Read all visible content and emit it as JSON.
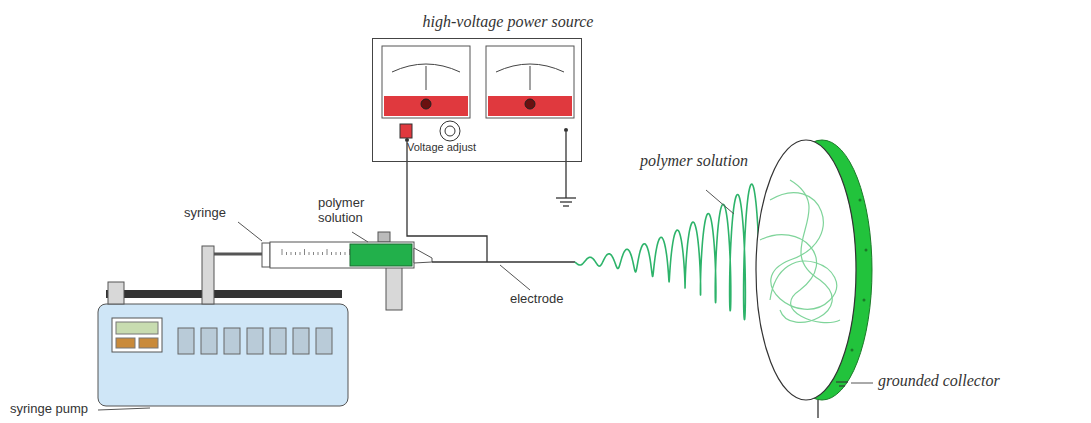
{
  "diagram": {
    "nodes": [
      {
        "text": [
          "high-voltage power source",
          "Voltage adjust"
        ]
      }
    ],
    "labels": [
      "syringe",
      "polymer solution",
      "electrode",
      "polymer solution",
      "grounded collector",
      "syringe pump"
    ]
  }
}
